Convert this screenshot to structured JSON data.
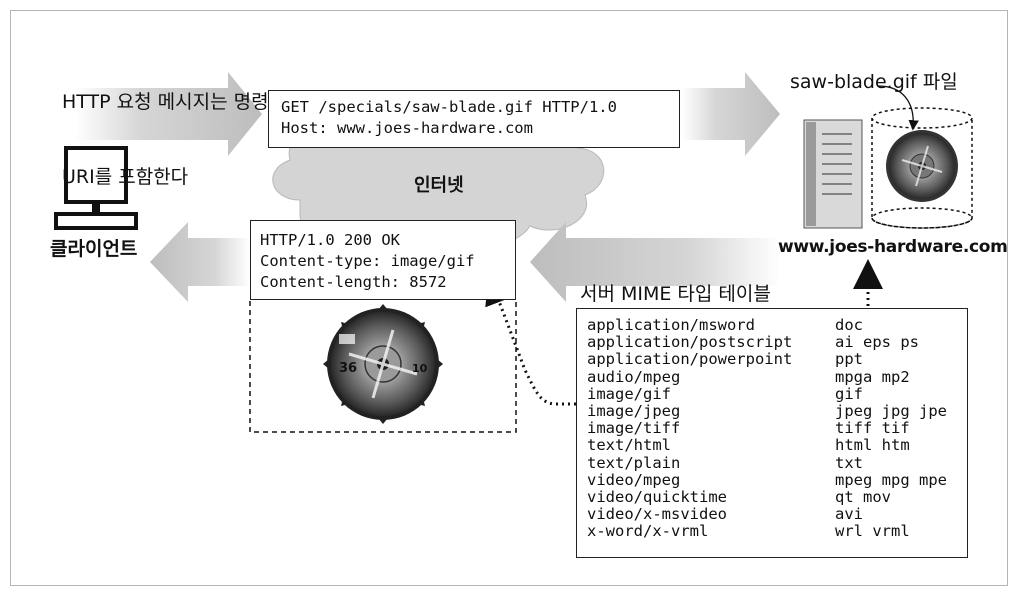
{
  "captions": {
    "request_note_line1": "HTTP 요청 메시지는 명령과",
    "request_note_line2": "URI를 포함한다",
    "file_label": "saw-blade.gif 파일",
    "internet_label": "인터넷",
    "client_label": "클라이언트",
    "server_label": "www.joes-hardware.com",
    "mime_table_title": "서버 MIME 타입 테이블"
  },
  "request": {
    "line1": "GET /specials/saw-blade.gif HTTP/1.0",
    "line2": "Host: www.joes-hardware.com"
  },
  "response": {
    "line1": "HTTP/1.0 200 OK",
    "line2": "Content-type: image/gif",
    "line3": "Content-length: 8572"
  },
  "mime_table": [
    {
      "type": "application/msword",
      "ext": "doc"
    },
    {
      "type": "application/postscript",
      "ext": "ai eps ps"
    },
    {
      "type": "application/powerpoint",
      "ext": "ppt"
    },
    {
      "type": "audio/mpeg",
      "ext": "mpga mp2"
    },
    {
      "type": "image/gif",
      "ext": "gif"
    },
    {
      "type": "image/jpeg",
      "ext": "jpeg jpg jpe"
    },
    {
      "type": "image/tiff",
      "ext": "tiff tif"
    },
    {
      "type": "text/html",
      "ext": "html htm"
    },
    {
      "type": "text/plain",
      "ext": "txt"
    },
    {
      "type": "video/mpeg",
      "ext": "mpeg mpg mpe"
    },
    {
      "type": "video/quicktime",
      "ext": "qt mov"
    },
    {
      "type": "video/x-msvideo",
      "ext": "avi"
    },
    {
      "type": "x-word/x-vrml",
      "ext": "wrl vrml"
    }
  ],
  "blade_labels": {
    "size": "36",
    "unit": "10"
  },
  "colors": {
    "arrow_fill": "#cfcfcf",
    "cloud_fill": "#d4d4d4",
    "ink": "#111111"
  },
  "icons": [
    "computer-monitor-icon",
    "server-tower-icon",
    "disk-cylinder-icon",
    "saw-blade-image"
  ]
}
